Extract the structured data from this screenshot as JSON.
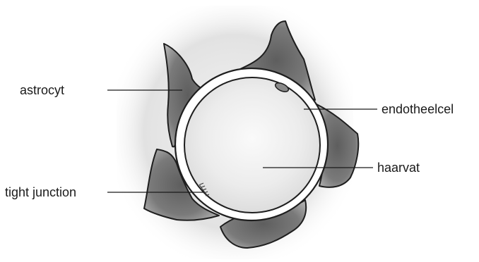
{
  "labels": {
    "astrocyte": "astrocyt",
    "endothelial_cell": "endotheelcel",
    "capillary": "haarvat",
    "tight_junction": "tight junction"
  },
  "colors": {
    "astrocyte_fill_dark": "#6e6e6e",
    "astrocyte_fill_light": "#c8c8c8",
    "background_halo": "#e6e6e6",
    "capillary_lumen": "#f2f2f2",
    "outline": "#1e1e1e",
    "text": "#1a1a1a"
  }
}
